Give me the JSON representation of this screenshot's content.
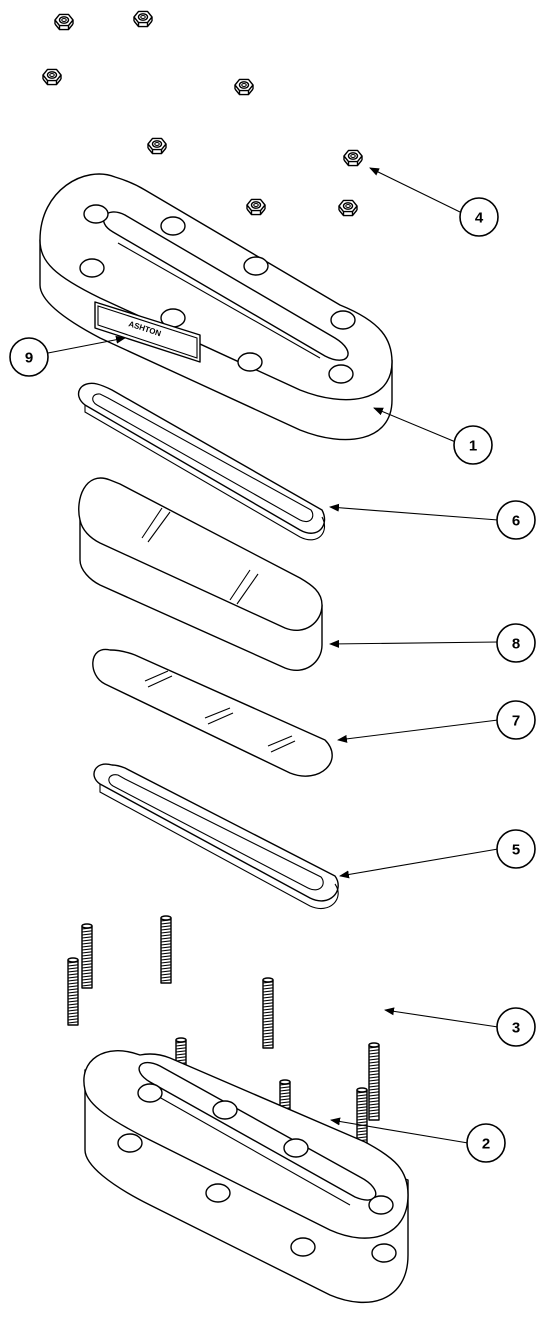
{
  "diagram": {
    "nameplate_text": "ASHTON",
    "callouts": [
      "1",
      "2",
      "3",
      "4",
      "5",
      "6",
      "7",
      "8",
      "9"
    ]
  }
}
